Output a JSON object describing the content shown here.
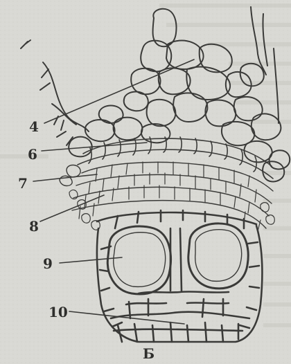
{
  "figure": {
    "callouts": [
      {
        "id": "4",
        "label": "4"
      },
      {
        "id": "6",
        "label": "6"
      },
      {
        "id": "7",
        "label": "7"
      },
      {
        "id": "8",
        "label": "8"
      },
      {
        "id": "9",
        "label": "9"
      },
      {
        "id": "10",
        "label": "10"
      }
    ],
    "panel_label": "Б"
  },
  "colors": {
    "paper": "#d9d9d4",
    "ink": "#3a3a38",
    "ink_light": "#6b6b66"
  }
}
